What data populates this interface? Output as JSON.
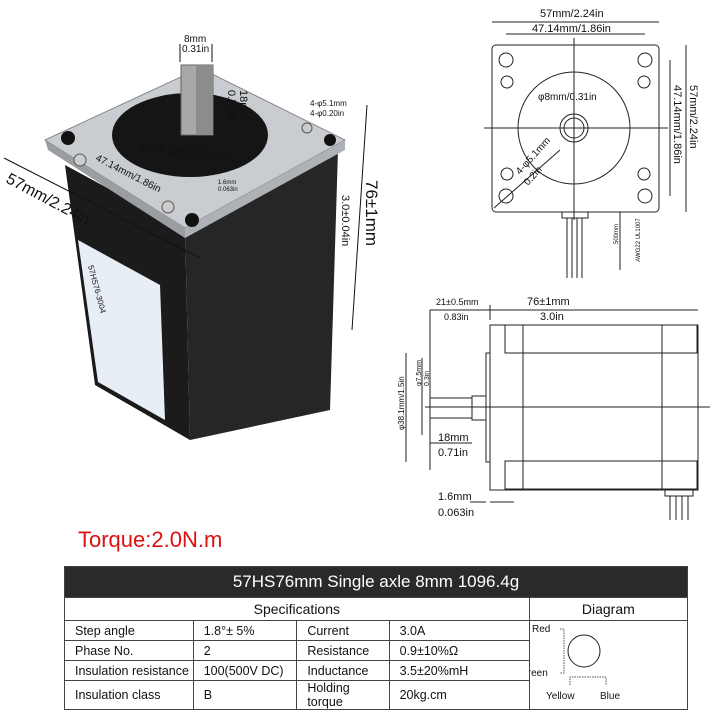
{
  "photo": {
    "shaft_width": "8mm",
    "shaft_width_in": "0.31in",
    "shaft_length": "18mm",
    "shaft_length_in": "0.71in",
    "holes": "4-φ5.1mm",
    "holes_in": "4-φ0.20in",
    "boss_diameter": "φ38.1mm/1.5in",
    "boss_height": "1.6mm",
    "boss_height_in": "0.063in",
    "hole_spacing": "47.14mm/1.86in",
    "flange_width": "57mm/2.24in",
    "length": "76±1mm",
    "length_in": "3.0±0.04in",
    "label_model": "57HS76-3004"
  },
  "front_view": {
    "width": "57mm/2.24in",
    "hole_spacing": "47.14mm/1.86in",
    "height": "57mm/2.24in",
    "vertical_spacing": "47.14mm/1.86in",
    "shaft": "φ8mm/0.31in",
    "holes": "4-φ5.1mm",
    "holes_in": "0.2in",
    "cable_length": "500mm",
    "cable_spec": "AWG22 UL1007"
  },
  "side_view": {
    "shaft_len": "21±0.5mm",
    "shaft_len_in": "0.83in",
    "body_len": "76±1mm",
    "body_len_in": "3.0in",
    "boss_dia": "φ38.1mm/1.5in",
    "flat": "φ7.5mm",
    "flat_in": "0.3in",
    "flat_len": "18mm",
    "flat_len_in": "0.71in",
    "boss_h": "1.6mm",
    "boss_h_in": "0.063in"
  },
  "torque": "Torque:2.0N.m",
  "table": {
    "title": "57HS76mm Single axle 8mm 1096.4g",
    "spec_header": "Specifications",
    "diagram_header": "Diagram",
    "rows": [
      [
        "Step angle",
        "1.8°± 5%",
        "Current",
        "3.0A"
      ],
      [
        "Phase No.",
        "2",
        "Resistance",
        "0.9±10%Ω"
      ],
      [
        "Insulation resistance",
        "100(500V  DC)",
        "Inductance",
        "3.5±20%mH"
      ],
      [
        "Insulation class",
        "B",
        "Holding torque",
        "20kg.cm"
      ]
    ],
    "wires": {
      "red": "Red",
      "green": "Green",
      "yellow": "Yellow",
      "blue": "Blue"
    }
  },
  "colors": {
    "torque": "#dd1111",
    "title_bar": "#2a2a2a"
  }
}
